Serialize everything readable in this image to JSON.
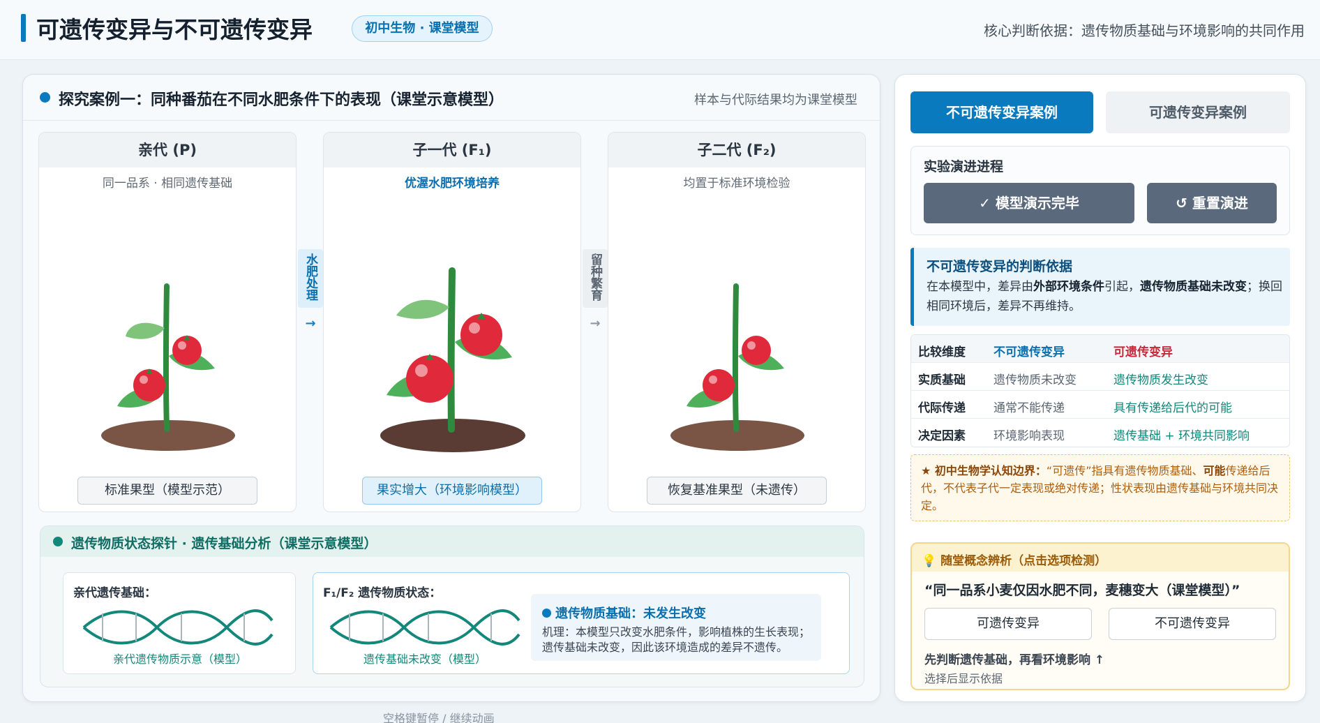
{
  "header": {
    "title": "可遗传变异与不可遗传变异",
    "tag": "初中生物 · 课堂模型",
    "core_basis": "核心判断依据：遗传物质基础与环境影响的共同作用"
  },
  "case": {
    "title": "探究案例一：同种番茄在不同水肥条件下的表现（课堂示意模型）",
    "note": "样本与代际结果均为课堂模型",
    "generations": [
      {
        "name": "亲代 (P)",
        "subtitle": "同一品系 · 相同遗传基础",
        "tag": "标准果型（模型示范）"
      },
      {
        "name": "子一代 (F₁)",
        "subtitle": "优渥水肥环境培养",
        "tag": "果实增大（环境影响模型）"
      },
      {
        "name": "子二代 (F₂)",
        "subtitle": "均置于标准环境检验",
        "tag": "恢复基准果型（未遗传）"
      }
    ],
    "transitions": [
      {
        "label": "水肥处理",
        "arrow": "→"
      },
      {
        "label": "留种繁育",
        "arrow": "→"
      }
    ]
  },
  "probe": {
    "title": "遗传物质状态探针 · 遗传基础分析（课堂示意模型）",
    "parent_label": "亲代遗传基础：",
    "parent_caption": "亲代遗传物质示意（模型）",
    "offspring_label": "F₁/F₂ 遗传物质状态：",
    "offspring_caption": "遗传基础未改变（模型）",
    "status_title": "遗传物质基础：未发生改变",
    "status_text": "机理：本模型只改变水肥条件，影响植株的生长表现；遗传基础未改变，因此该环境造成的差异不遗传。"
  },
  "hint": "空格键暂停 / 继续动画",
  "right": {
    "tabs": [
      "不可遗传变异案例",
      "可遗传变异案例"
    ],
    "progress_title": "实验演进进程",
    "btn_done": "✓ 模型演示完毕",
    "btn_reset": "↺ 重置演进",
    "basis_title": "不可遗传变异的判断依据",
    "basis_p1": "在本模型中，差异由",
    "basis_b1": "外部环境条件",
    "basis_p2": "引起，",
    "basis_b2": "遗传物质基础未改变",
    "basis_p3": "；换回相同环境后，差异不再维持。",
    "compare": {
      "head": [
        "比较维度",
        "不可遗传变异",
        "可遗传变异"
      ],
      "rows": [
        [
          "实质基础",
          "遗传物质未改变",
          "遗传物质发生改变"
        ],
        [
          "代际传递",
          "通常不能传递",
          "具有传递给后代的可能"
        ],
        [
          "决定因素",
          "环境影响表现",
          "遗传基础 + 环境共同影响"
        ]
      ]
    },
    "boundary_label": "★ 初中生物学认知边界：",
    "boundary_p1": "“可遗传”指具有遗传物质基础、",
    "boundary_b1": "可能",
    "boundary_p2": "传递给后代，不代表子代一定表现或绝对传递；性状表现由遗传基础与环境共同决定。",
    "quiz": {
      "title": "💡 随堂概念辨析（点击选项检测）",
      "question": "“同一品系小麦仅因水肥不同，麦穗变大（课堂模型）”",
      "options": [
        "可遗传变异",
        "不可遗传变异"
      ],
      "hint": "先判断遗传基础，再看环境影响 ↑",
      "sub": "选择后显示依据"
    }
  },
  "colors": {
    "accent": "#0a7abf",
    "teal": "#13877a",
    "red": "#c8283c",
    "tomato": "#e0293a",
    "leaf": "#4fb05c",
    "stem": "#2e8b3e"
  }
}
